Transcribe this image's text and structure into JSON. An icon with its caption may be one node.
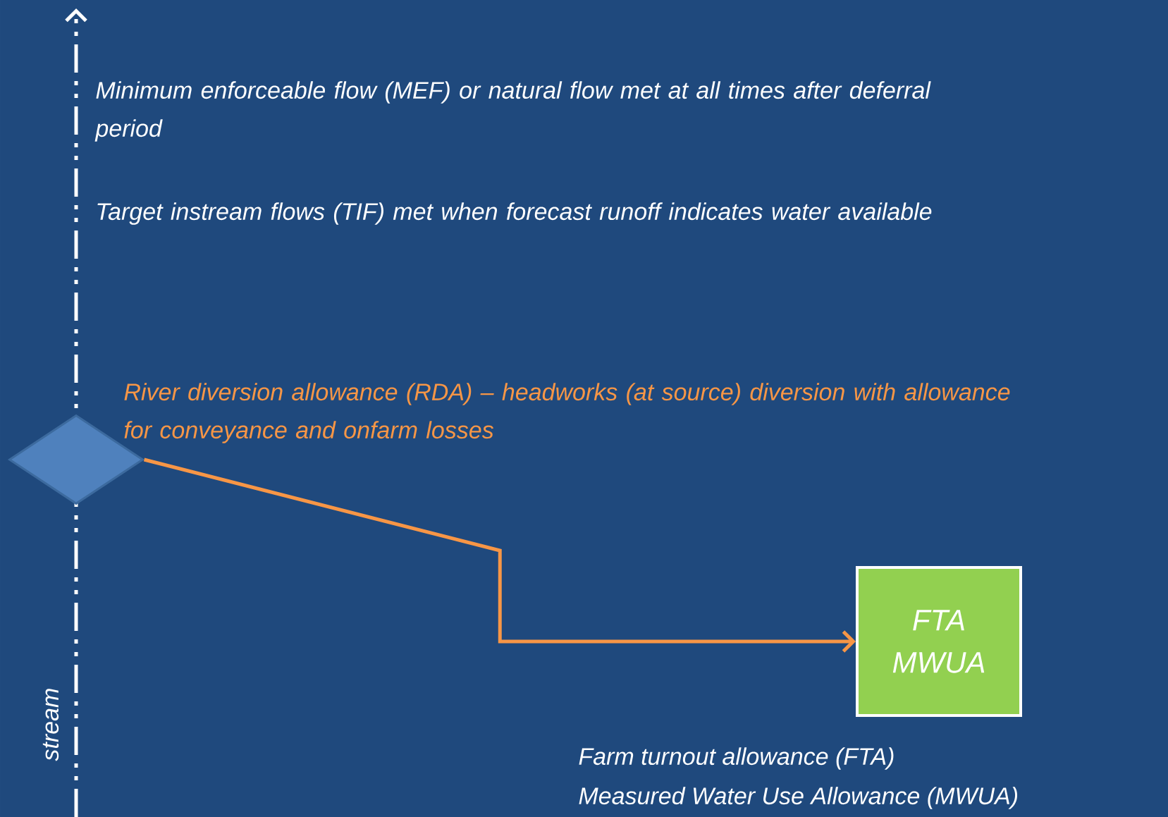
{
  "diagram": {
    "nodes": [
      {
        "text": [],
        "shape": "diamond",
        "beside": [
          "River diversion allowance (RDA) – headworks (at source) diversion with allowance for conveyance and onfarm losses"
        ]
      },
      {
        "text": [
          "FTA MWUA"
        ],
        "beside": [
          "Farm turnout allowance (FTA)",
          "Measured Water Use Allowance (MWUA)"
        ]
      }
    ],
    "edges": [
      {
        "from": 0,
        "to": 1,
        "arrow": "to"
      }
    ],
    "labels": [
      "Minimum enforceable flow (MEF) or natural flow met at all times after deferral period",
      "Target instream flows (TIF) met when forecast runoff indicates water available",
      "stream"
    ]
  }
}
